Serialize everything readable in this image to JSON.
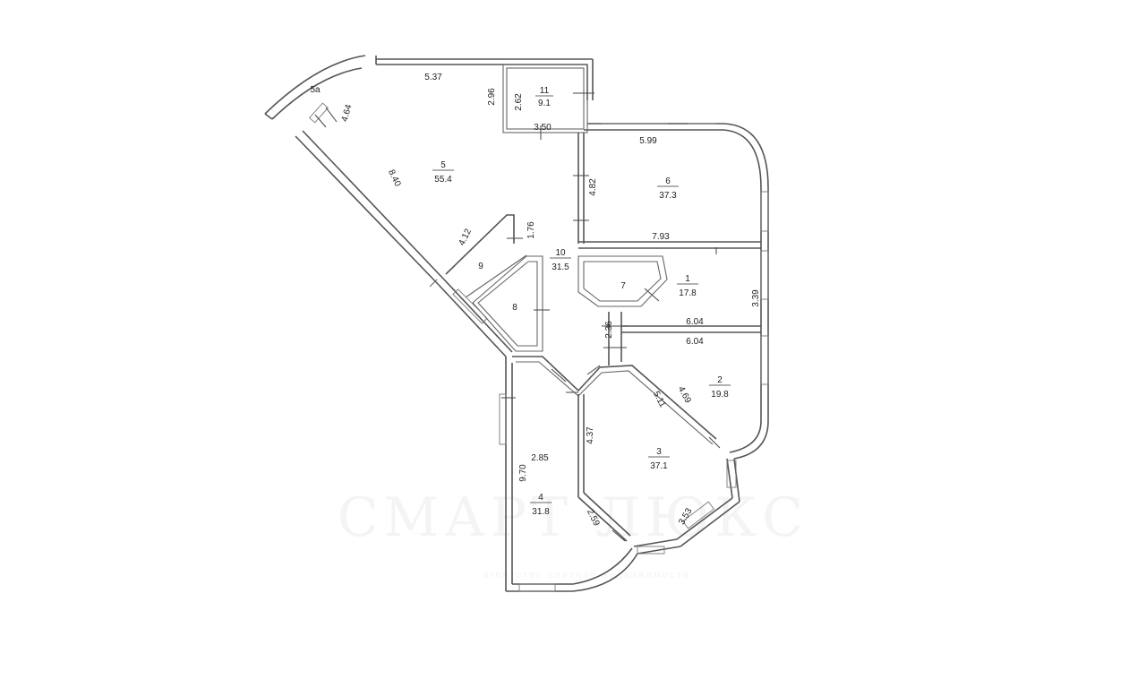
{
  "rooms": [
    {
      "id": "5a",
      "area": ""
    },
    {
      "id": "11",
      "area": "9.1"
    },
    {
      "id": "5",
      "area": "55.4"
    },
    {
      "id": "6",
      "area": "37.3"
    },
    {
      "id": "10",
      "area": "31.5"
    },
    {
      "id": "9",
      "area": ""
    },
    {
      "id": "7",
      "area": ""
    },
    {
      "id": "1",
      "area": "17.8"
    },
    {
      "id": "8",
      "area": ""
    },
    {
      "id": "2",
      "area": "19.8"
    },
    {
      "id": "3",
      "area": "37.1"
    },
    {
      "id": "4",
      "area": "31.8"
    }
  ],
  "dimensions": [
    "5.37",
    "2.96",
    "2.62",
    "3.50",
    "4.64",
    "8.40",
    "5.99",
    "4.82",
    "7.93",
    "4.12",
    "1.76",
    "3.39",
    "6.04",
    "6.04",
    "2.36",
    "4.69",
    "5.11",
    "4.37",
    "2.85",
    "9.70",
    "2.59",
    "3.53"
  ],
  "watermark": {
    "main": "СМАРТ ЛЮКС",
    "sub": "агентство элитной недвижимости"
  }
}
